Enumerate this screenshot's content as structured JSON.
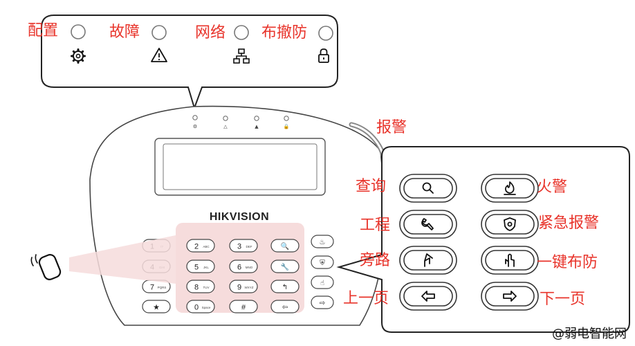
{
  "labels": {
    "config": "配置",
    "fault": "故障",
    "network": "网络",
    "arm": "布撤防",
    "alarm": "报警",
    "query": "查询",
    "fire": "火警",
    "engineering": "工程",
    "emergency": "紧急报警",
    "bypass": "旁路",
    "one_key_arm": "一键布防",
    "prev_page": "上一页",
    "next_page": "下一页"
  },
  "brand": "HIKVISION",
  "watermark": "@弱电智能网",
  "keys": {
    "k1": "1",
    "k1s": "!?",
    "k2": "2",
    "k2s": "ABC",
    "k3": "3",
    "k3s": "DEF",
    "k4": "4",
    "k4s": "GHI",
    "k5": "5",
    "k5s": "JKL",
    "k6": "6",
    "k6s": "MNO",
    "k7": "7",
    "k7s": "PQRS",
    "k8": "8",
    "k8s": "TUV",
    "k9": "9",
    "k9s": "WXYZ",
    "k0": "0",
    "k0s": "Space",
    "kstar": "★",
    "khash": "#"
  },
  "colors": {
    "accent": "#e8332a",
    "highlight": "#f6dcdc"
  }
}
